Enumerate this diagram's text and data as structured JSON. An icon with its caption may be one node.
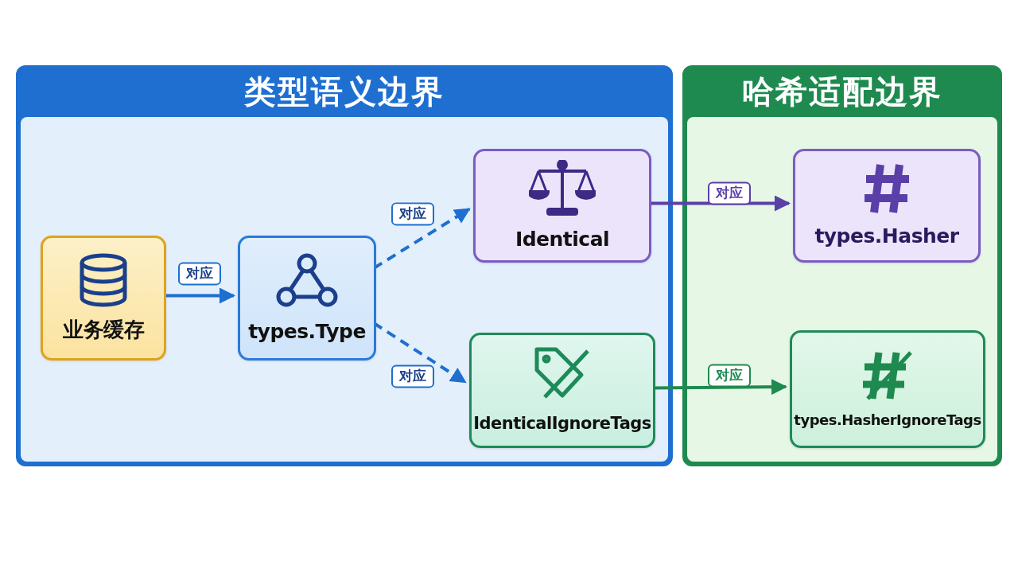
{
  "diagram": {
    "nodes": [
      {
        "text": [
          "类型语义边界"
        ]
      },
      {
        "text": [
          "哈希适配边界"
        ]
      },
      {
        "text": [
          "业务缓存"
        ],
        "in": 0
      },
      {
        "text": [
          "types.Type"
        ],
        "in": 0
      },
      {
        "text": [
          "Identical"
        ],
        "in": 0
      },
      {
        "text": [
          "IdenticalIgnoreTags"
        ],
        "in": 0
      },
      {
        "text": [
          "types.Hasher"
        ],
        "in": 1
      },
      {
        "text": [
          "types.HasherIgnoreTags"
        ],
        "in": 1
      }
    ],
    "edges": [
      {
        "from": 2,
        "to": 3,
        "arrow": "to",
        "label": "对应"
      },
      {
        "from": 3,
        "to": 4,
        "arrow": "to",
        "label": "对应",
        "style": "dashed"
      },
      {
        "from": 3,
        "to": 5,
        "arrow": "to",
        "label": "对应",
        "style": "dashed"
      },
      {
        "from": 4,
        "to": 6,
        "arrow": "to",
        "label": "对应",
        "color": "#5b3fa8"
      },
      {
        "from": 5,
        "to": 7,
        "arrow": "to",
        "label": "对应",
        "color": "#1e8a4f"
      }
    ]
  }
}
